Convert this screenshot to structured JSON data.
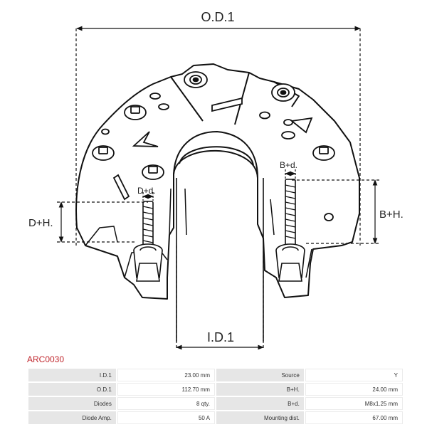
{
  "diagram": {
    "labels": {
      "od1": "O.D.1",
      "id1": "I.D.1",
      "dh": "D+H.",
      "dd": "D+d.",
      "bh": "B+H.",
      "bd": "B+d."
    }
  },
  "part_code": "ARC0030",
  "specs": [
    {
      "label": "I.D.1",
      "value": "23.00 mm",
      "label2": "Source",
      "value2": "Y"
    },
    {
      "label": "O.D.1",
      "value": "112.70 mm",
      "label2": "B+H.",
      "value2": "24.00 mm"
    },
    {
      "label": "Diodes",
      "value": "8 qty.",
      "label2": "B+d.",
      "value2": "M8x1.25 mm"
    },
    {
      "label": "Diode Amp.",
      "value": "50 A",
      "label2": "Mounting dist.",
      "value2": "67.00 mm"
    }
  ]
}
